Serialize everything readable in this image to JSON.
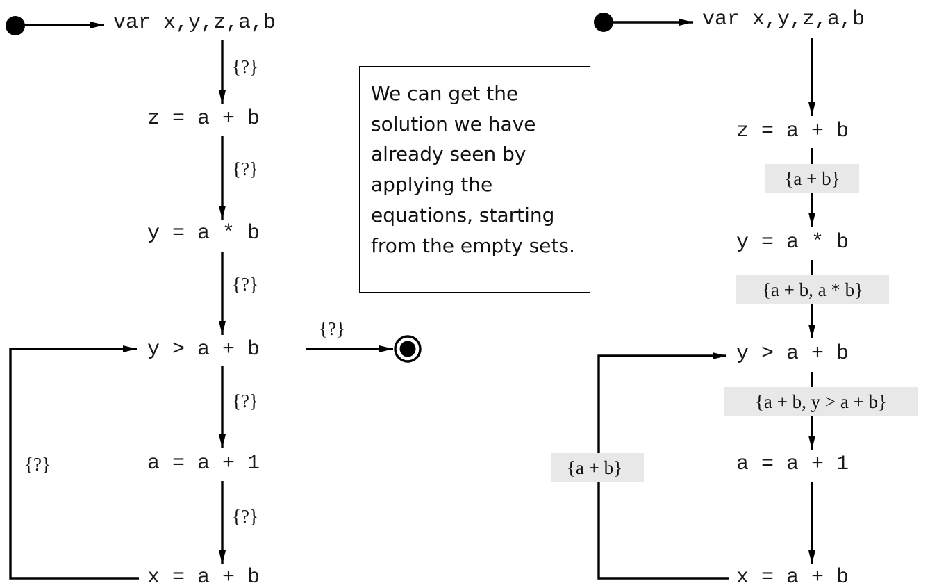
{
  "callout": {
    "text": "We can get the solution we have already seen by applying the equations, starting from the empty sets."
  },
  "colors": {
    "ink": "#000000",
    "set_box": "#e8e8e8"
  },
  "left_graph": {
    "statements": {
      "decl": "var x,y,z,a,b",
      "s1": "z = a + b",
      "s2": "y = a * b",
      "s3": "y > a + b",
      "s4": "a = a + 1",
      "s5": "x = a + b"
    },
    "sets": {
      "e1": "{?}",
      "e2": "{?}",
      "e3": "{?}",
      "e_exit": "{?}",
      "e4": "{?}",
      "e5": "{?}",
      "e_loop": "{?}"
    }
  },
  "right_graph": {
    "statements": {
      "decl": "var x,y,z,a,b",
      "s1": "z = a + b",
      "s2": "y = a * b",
      "s3": "y > a + b",
      "s4": "a = a + 1",
      "s5": "x = a + b"
    },
    "sets": {
      "e2": "{a + b}",
      "e3": "{a + b, a * b}",
      "e4": "{a + b, y > a + b}",
      "e_loop": "{a + b}"
    }
  }
}
